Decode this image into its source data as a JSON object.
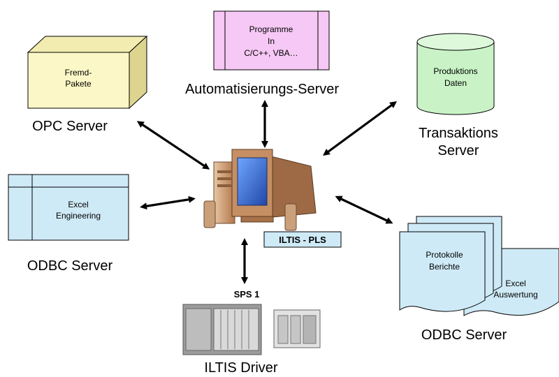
{
  "nodes": {
    "opc": {
      "box_lines": [
        "Fremd-",
        "Pakete"
      ],
      "caption": "OPC Server"
    },
    "automation": {
      "box_lines": [
        "Programme",
        "In",
        "C/C++, VBA…"
      ],
      "caption": "Automatisierungs-Server"
    },
    "transactions": {
      "box_lines": [
        "Produktions",
        "Daten"
      ],
      "caption_lines": [
        "Transaktions",
        "Server"
      ]
    },
    "odbc_left": {
      "box_lines": [
        "Excel",
        "Engineering"
      ],
      "caption": "ODBC Server"
    },
    "center": {
      "label": "ILTIS - PLS"
    },
    "plc": {
      "label": "SPS 1",
      "caption": "ILTIS Driver"
    },
    "odbc_right": {
      "front_lines": [
        "Protokolle",
        "Berichte"
      ],
      "back_lines": [
        "Excel",
        "Auswertung"
      ],
      "caption": "ODBC Server"
    }
  },
  "colors": {
    "yellow_box": "#fbf7c6",
    "pink_box": "#f6c8f5",
    "green_cylinder": "#c9f3c6",
    "blue_doc": "#cfeaf7",
    "center_label_bg": "#cfeaf7",
    "monitor_body": "#b07a52",
    "screen": "#3d6fd6"
  }
}
